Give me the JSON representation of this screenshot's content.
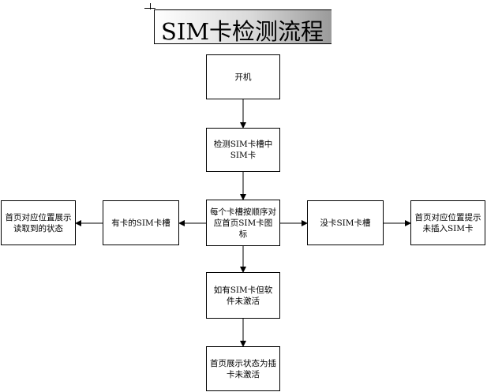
{
  "title": "SIM卡检测流程",
  "nodes": {
    "power_on": "开机",
    "detect_slots": "检测SIM卡槽中SIM卡",
    "ordered_icons": "每个卡槽按顺序对应首页SIM卡图标",
    "has_sim": "有卡的SIM卡槽",
    "show_read_state": "首页对应位置展示读取到的状态",
    "no_sim": "没卡SIM卡槽",
    "prompt_insert": "首页对应位置提示未插入SIM卡",
    "sim_inactive": "如有SIM卡但软件未激活",
    "show_inactive": "首页展示状态为插卡未激活"
  },
  "colors": {
    "line": "#000000",
    "box_border": "#000000",
    "background": "#ffffff"
  }
}
